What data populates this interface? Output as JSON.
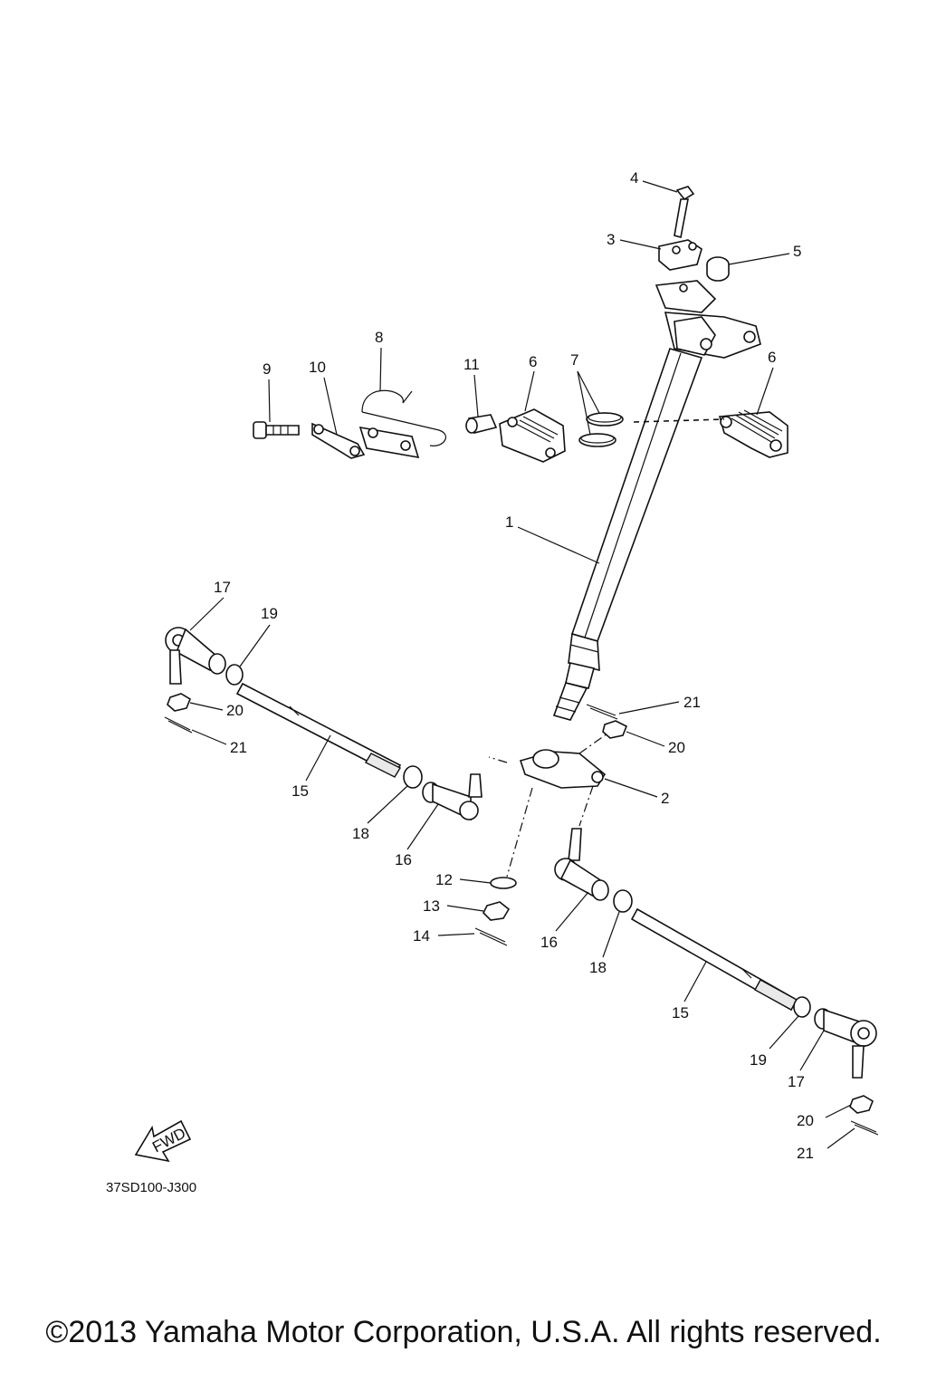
{
  "diagram_code": "37SD100-J300",
  "fwd_label": "FWD",
  "copyright": "©2013 Yamaha Motor Corporation, U.S.A. All rights reserved.",
  "callouts": [
    "1",
    "2",
    "3",
    "4",
    "5",
    "6",
    "6",
    "7",
    "8",
    "9",
    "10",
    "11",
    "12",
    "13",
    "14",
    "15",
    "15",
    "16",
    "16",
    "17",
    "17",
    "18",
    "18",
    "19",
    "19",
    "20",
    "20",
    "20",
    "21",
    "21",
    "21"
  ]
}
